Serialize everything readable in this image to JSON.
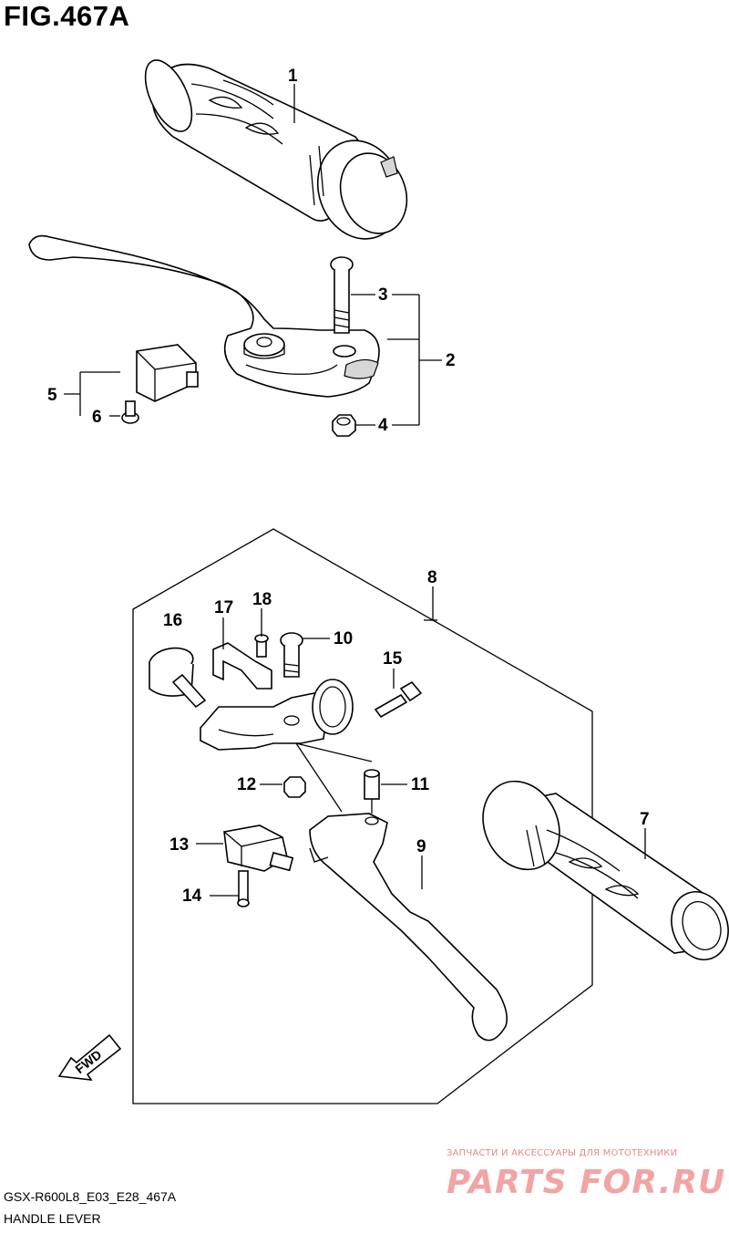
{
  "figure": {
    "title": "FIG.467A",
    "model_code": "GSX-R600L8_E03_E28_467A",
    "caption": "HANDLE LEVER"
  },
  "callouts": {
    "c1": "1",
    "c2": "2",
    "c3": "3",
    "c4": "4",
    "c5": "5",
    "c6": "6",
    "c7": "7",
    "c8": "8",
    "c9": "9",
    "c10": "10",
    "c11": "11",
    "c12": "12",
    "c13": "13",
    "c14": "14",
    "c15": "15",
    "c16": "16",
    "c17": "17",
    "c18": "18"
  },
  "direction_arrow": {
    "label": "FWD"
  },
  "watermark": {
    "tagline": "ЗАПЧАСТИ И АКСЕССУАРЫ ДЛЯ МОТОТЕХНИКИ",
    "logo": "PARTS FOR.RU"
  }
}
